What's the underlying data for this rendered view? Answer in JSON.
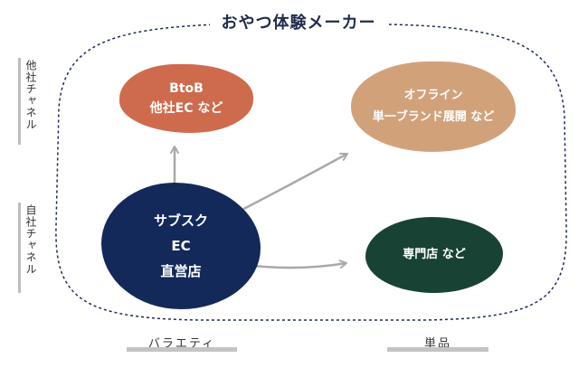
{
  "title": "おやつ体験メーカー",
  "axis": {
    "y_top": "他社チャネル",
    "y_bottom": "自社チャネル",
    "x_left": "バラエティ",
    "x_right": "単品"
  },
  "nodes": {
    "btob": {
      "line1": "BtoB",
      "line2": "他社EC など"
    },
    "offline": {
      "line1": "オフライン",
      "line2": "単一ブランド展開 など"
    },
    "subscription": {
      "line1": "サブスク",
      "line2": "EC",
      "line3": "直営店"
    },
    "specialty": {
      "line1": "専門店 など"
    }
  },
  "colors": {
    "btob": "#cf6b4d",
    "offline": "#d1a27a",
    "subscription": "#12295a",
    "specialty": "#184233",
    "dashed_border": "#1c2a5a",
    "arrow": "#a9a9a9"
  }
}
